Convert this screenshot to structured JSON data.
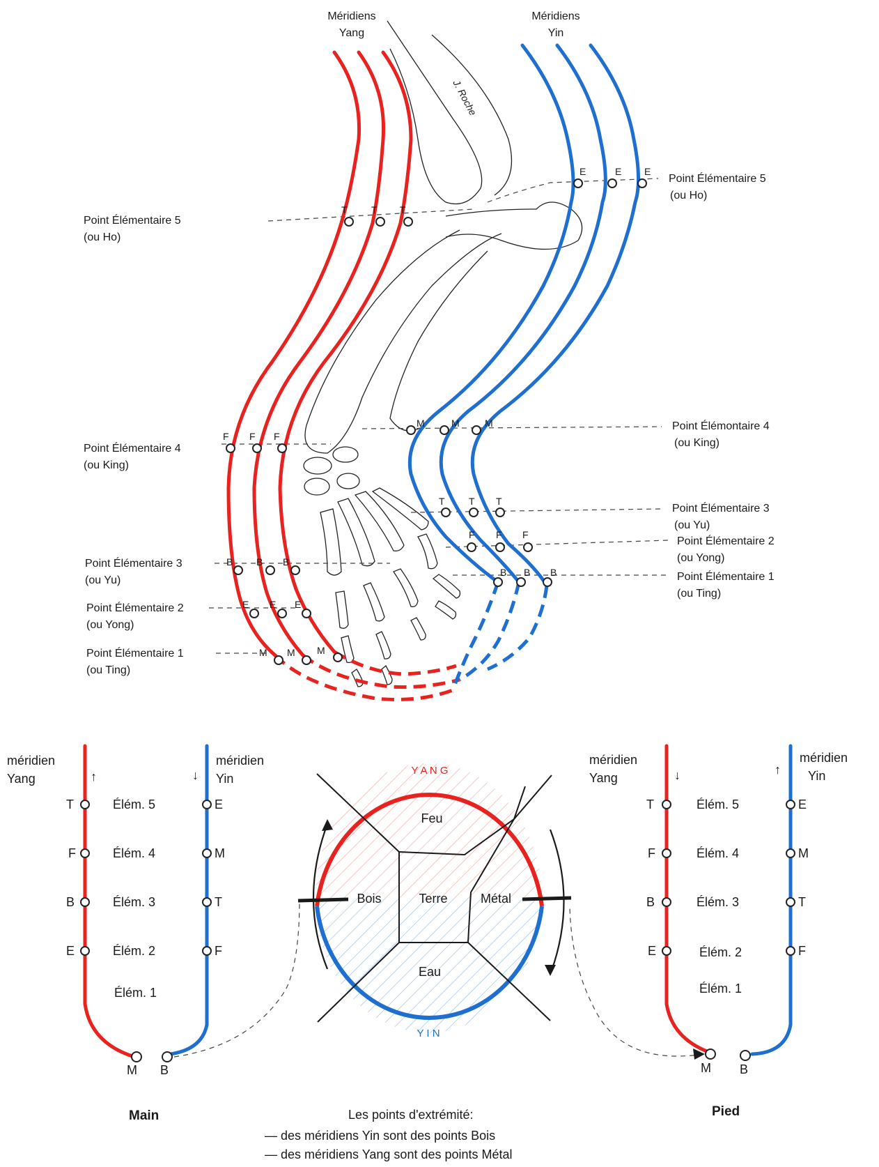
{
  "top": {
    "header_yang": [
      "Méridiens",
      "Yang"
    ],
    "header_yin": [
      "Méridiens",
      "Yin"
    ],
    "signature": "J. Roche",
    "left_labels": [
      {
        "line1": "Point Élémentaire 5",
        "line2": "(ou Ho)"
      },
      {
        "line1": "Point Élémentaire 4",
        "line2": "(ou King)"
      },
      {
        "line1": "Point Élémentaire 3",
        "line2": "(ou Yu)"
      },
      {
        "line1": "Point Élémentaire 2",
        "line2": "(ou Yong)"
      },
      {
        "line1": "Point Élémentaire 1",
        "line2": "(ou Ting)"
      }
    ],
    "right_labels": [
      {
        "line1": "Point Élémentaire 5",
        "line2": "(ou Ho)"
      },
      {
        "line1": "Point Élémontaire 4",
        "line2": "(ou King)"
      },
      {
        "line1": "Point Élémentaire 3",
        "line2": "(ou Yu)"
      },
      {
        "line1": "Point Élémentaire 2",
        "line2": "(ou Yong)"
      },
      {
        "line1": "Point Élémentaire 1",
        "line2": "(ou Ting)"
      }
    ],
    "yang_letters": [
      "T",
      "F",
      "B",
      "E",
      "M"
    ],
    "yin_letters": [
      "E",
      "M",
      "T",
      "F",
      "B"
    ]
  },
  "bottom": {
    "main": {
      "yang_label": [
        "méridien",
        "Yang"
      ],
      "yin_label": [
        "méridien",
        "Yin"
      ],
      "yang_arrow": "↑",
      "yin_arrow": "↓",
      "elements": [
        "Élém.  5",
        "Élém.  4",
        "Élém.  3",
        "Élém.  2",
        "Élém.  1"
      ],
      "yang_points": [
        "T",
        "F",
        "B",
        "E"
      ],
      "yin_points": [
        "E",
        "M",
        "T",
        "F"
      ],
      "end_yang": "M",
      "end_yin": "B",
      "caption": "Main"
    },
    "pied": {
      "yang_label": [
        "méridien",
        "Yang"
      ],
      "yin_label": [
        "méridien",
        "Yin"
      ],
      "yang_arrow": "↓",
      "yin_arrow": "↑",
      "elements": [
        "Élém.  5",
        "Élém.  4",
        "Élém.  3",
        "Élém.  2",
        "Élém.  1"
      ],
      "yang_points": [
        "T",
        "F",
        "B",
        "E"
      ],
      "yin_points": [
        "E",
        "M",
        "T",
        "F"
      ],
      "end_yang": "M",
      "end_yin": "B",
      "caption": "Pied"
    },
    "circle": {
      "top": "Y A N G",
      "bottom": "Y I N",
      "feu": "Feu",
      "bois": "Bois",
      "terre": "Terre",
      "metal": "Métal",
      "eau": "Eau"
    },
    "note": {
      "title": "Les  points  d'extrémité:",
      "line1": "—  des  méridiens  Yin  sont  des  points  Bois",
      "line2": "—  des méridiens Yang sont des points Métal"
    }
  },
  "colors": {
    "yang": "#e8231f",
    "yin": "#1e6fd0",
    "ink": "#1a1a1a"
  }
}
